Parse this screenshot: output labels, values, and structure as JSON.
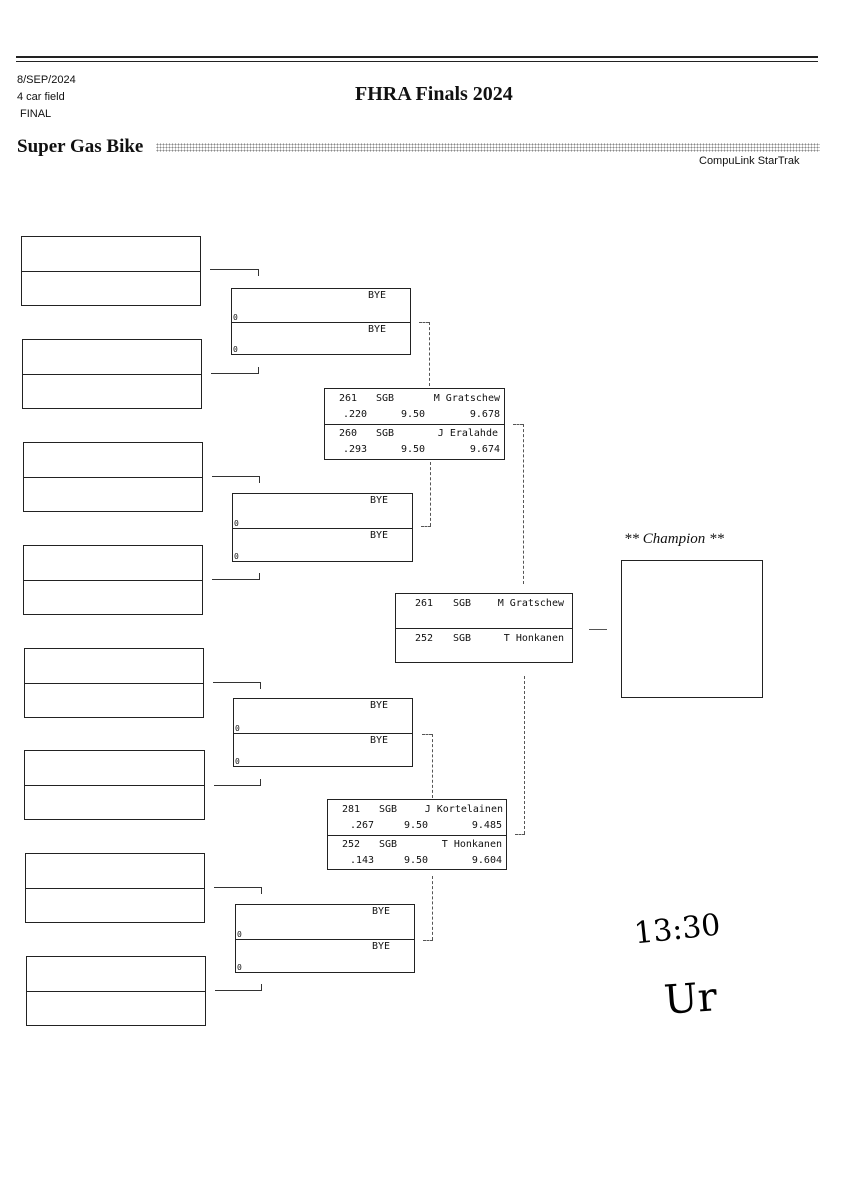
{
  "header": {
    "date": "8/SEP/2024",
    "field": "4 car field",
    "round": "FINAL",
    "title": "FHRA Finals 2024",
    "class_name": "Super Gas Bike",
    "brand": "CompuLink StarTrak"
  },
  "round1_matches": [
    {
      "top": "BYE",
      "bottom": "BYE",
      "top_zero": "0",
      "bottom_zero": "0"
    },
    {
      "top": "BYE",
      "bottom": "BYE",
      "top_zero": "0",
      "bottom_zero": "0"
    },
    {
      "top": "BYE",
      "bottom": "BYE",
      "top_zero": "0",
      "bottom_zero": "0"
    },
    {
      "top": "BYE",
      "bottom": "BYE",
      "top_zero": "0",
      "bottom_zero": "0"
    }
  ],
  "semifinals": [
    {
      "top": {
        "num": "261",
        "cls": "SGB",
        "name": "M Gratschew",
        "rt": ".220",
        "dial": "9.50",
        "et": "9.678"
      },
      "bottom": {
        "num": "260",
        "cls": "SGB",
        "name": "J Eralahde",
        "rt": ".293",
        "dial": "9.50",
        "et": "9.674"
      }
    },
    {
      "top": {
        "num": "281",
        "cls": "SGB",
        "name": "J Kortelainen",
        "rt": ".267",
        "dial": "9.50",
        "et": "9.485"
      },
      "bottom": {
        "num": "252",
        "cls": "SGB",
        "name": "T Honkanen",
        "rt": ".143",
        "dial": "9.50",
        "et": "9.604"
      }
    }
  ],
  "final": {
    "top": {
      "num": "261",
      "cls": "SGB",
      "name": "M Gratschew"
    },
    "bottom": {
      "num": "252",
      "cls": "SGB",
      "name": "T Honkanen"
    }
  },
  "champion_label": "** Champion **",
  "handwriting": {
    "time": "13:30",
    "initials": "Ur"
  }
}
